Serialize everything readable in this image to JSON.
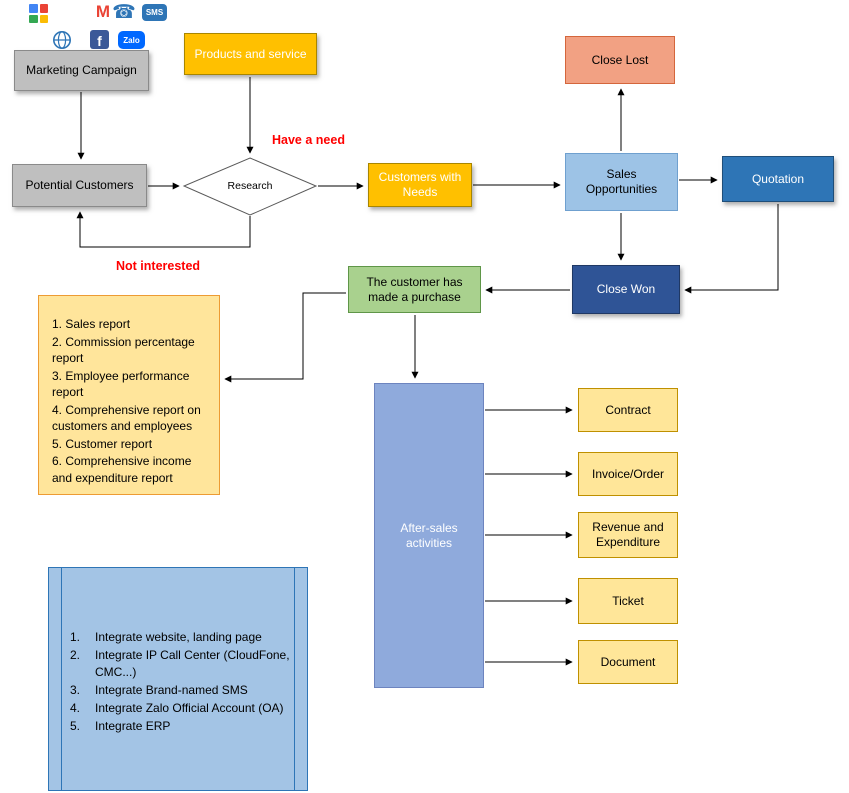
{
  "icons": {
    "gmail": "M",
    "phone": "☎",
    "sms": "SMS",
    "facebook": "f",
    "zalo": "Zalo"
  },
  "labels": {
    "have_a_need": "Have a need",
    "not_interested": "Not interested"
  },
  "nodes": {
    "marketing_campaign": "Marketing Campaign",
    "products_and_service": "Products and service",
    "close_lost": "Close Lost",
    "potential_customers": "Potential Customers",
    "research": "Research",
    "customers_with_needs": "Customers with Needs",
    "sales_opportunities": "Sales Opportunities",
    "quotation": "Quotation",
    "customer_purchase": "The customer has made a purchase",
    "close_won": "Close Won",
    "after_sales": "After-sales activities",
    "contract": "Contract",
    "invoice_order": "Invoice/Order",
    "revenue_expenditure": "Revenue and Expenditure",
    "ticket": "Ticket",
    "document": "Document"
  },
  "reports": {
    "items": [
      "1. Sales report",
      "2. Commission percentage report",
      "3. Employee performance report",
      "4. Comprehensive report on customers and employees",
      "5. Customer report",
      "6. Comprehensive income and expenditure report"
    ]
  },
  "integration": {
    "items": [
      {
        "num": "1.",
        "text": "Integrate website, landing page"
      },
      {
        "num": "2.",
        "text": "Integrate IP Call Center (CloudFone, CMC...)"
      },
      {
        "num": "3.",
        "text": "Integrate Brand-named SMS"
      },
      {
        "num": "4.",
        "text": "Integrate Zalo Official Account (OA)"
      },
      {
        "num": "5.",
        "text": "Integrate ERP"
      }
    ]
  },
  "colors": {
    "gold": "#FFC000",
    "gray": "#BFBFBF",
    "salmon": "#F2A183",
    "light_blue": "#9DC3E6",
    "medium_blue": "#2E75B6",
    "dark_blue": "#2F5496",
    "green": "#A9D18E",
    "cream": "#FFE699",
    "periwinkle": "#8FAADC",
    "red_label": "#FF0000"
  }
}
